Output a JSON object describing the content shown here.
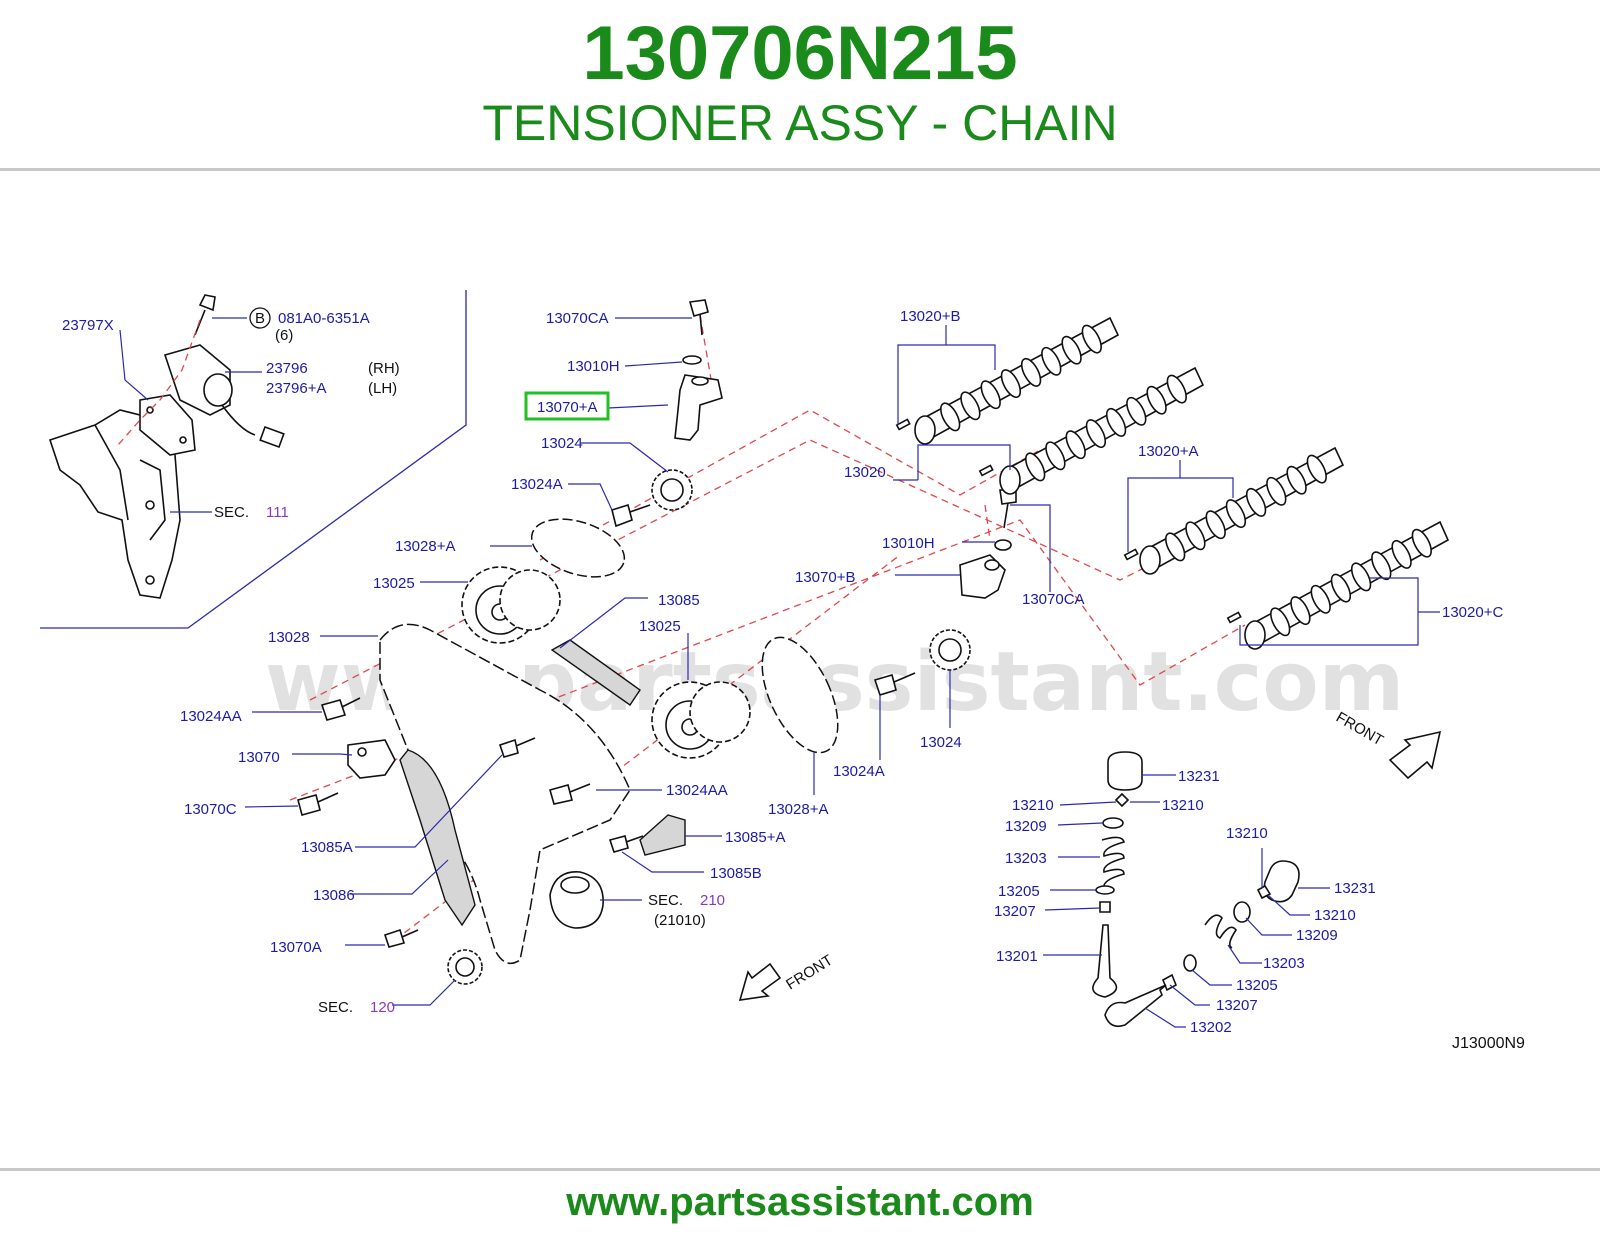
{
  "header": {
    "part_number": "130706N215",
    "part_name": "TENSIONER ASSY - CHAIN"
  },
  "footer": {
    "url": "www.partsassistant.com"
  },
  "watermark": "www.partsassistant.com",
  "diagram_code": "J13000N9",
  "highlighted_part": "13070+A",
  "colors": {
    "brand_green": "#1a8a1a",
    "label_blue": "#1c1ca8",
    "highlight_border": "#22c022",
    "dashed_red": "#e04848"
  },
  "labels": {
    "p23797X": "23797X",
    "circleB": "B",
    "p081A0": "081A0-6351A",
    "qty6": "(6)",
    "p23796": "23796",
    "rh": "(RH)",
    "p23796A": "23796+A",
    "lh": "(LH)",
    "sec": "SEC.",
    "sec111": "111",
    "p13070CA_top": "13070CA",
    "p13010H_top": "13010H",
    "p13070A_hl": "13070+A",
    "p13024_top": "13024",
    "p13024A_top": "13024A",
    "p13020B": "13020+B",
    "p13020": "13020",
    "p13020A": "13020+A",
    "p13020C": "13020+C",
    "p13010H_mid": "13010H",
    "p13070B": "13070+B",
    "p13070CA_mid": "13070CA",
    "p13028A_top": "13028+A",
    "p13025_left": "13025",
    "p13085": "13085",
    "p13025_mid": "13025",
    "p13028": "13028",
    "p13024AA_left": "13024AA",
    "p13070": "13070",
    "p13070C": "13070C",
    "p13085A": "13085A",
    "p13086": "13086",
    "p13070A": "13070A",
    "sec120": "120",
    "p13024AA_mid": "13024AA",
    "p13085A_plus": "13085+A",
    "p13085B": "13085B",
    "sec210": "210",
    "p21010": "(21010)",
    "p13028A_bot": "13028+A",
    "p13024A_bot": "13024A",
    "p13024_bot": "13024",
    "front": "FRONT",
    "p13231_a": "13231",
    "p13210_a": "13210",
    "p13210_b": "13210",
    "p13209_a": "13209",
    "p13203_a": "13203",
    "p13205_a": "13205",
    "p13207_a": "13207",
    "p13201": "13201",
    "p13210_c": "13210",
    "p13231_b": "13231",
    "p13210_d": "13210",
    "p13209_b": "13209",
    "p13203_b": "13203",
    "p13205_b": "13205",
    "p13207_b": "13207",
    "p13202": "13202"
  }
}
